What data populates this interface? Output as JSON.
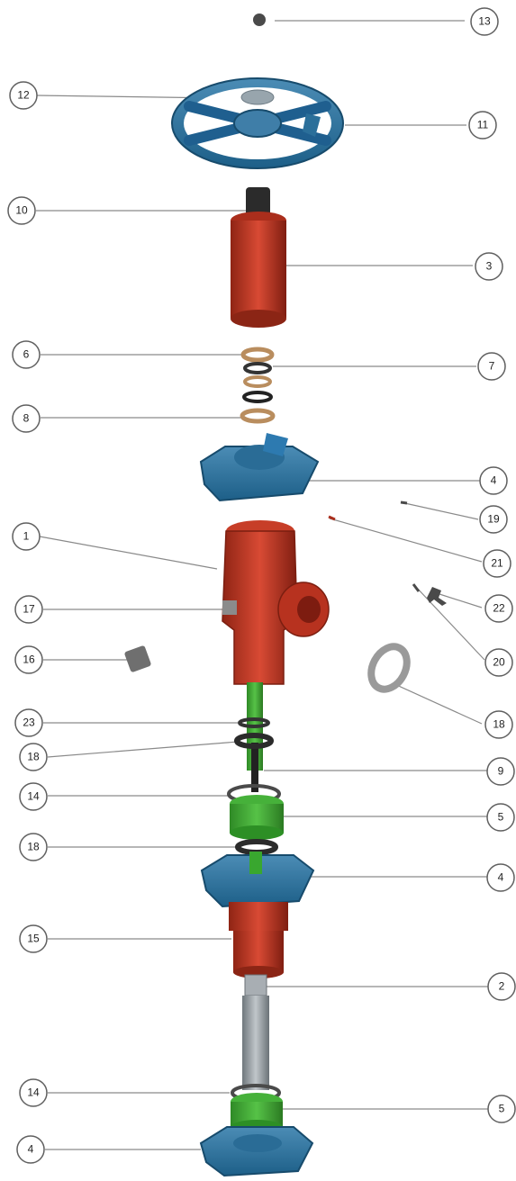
{
  "colors": {
    "handwheel": "#2b6f9a",
    "flange_blue": "#1f5f8f",
    "body_red": "#b7321f",
    "stem_green": "#37a12c",
    "bronze": "#b98d5e",
    "steel": "#9aa2a8",
    "dark": "#333333",
    "callout_stroke": "#5f5f5f",
    "leader": "#8a8a8a"
  },
  "callouts": [
    {
      "id": "13-top",
      "text": "13",
      "icon": "ball-icon"
    },
    {
      "id": "12-left",
      "text": "12",
      "icon": "handwheel-icon"
    },
    {
      "id": "11-right",
      "text": "11",
      "icon": "handwheel-icon"
    },
    {
      "id": "10-left",
      "text": "10",
      "icon": "nut-icon"
    },
    {
      "id": "3-right",
      "text": "3",
      "icon": "bonnet-icon"
    },
    {
      "id": "6-left",
      "text": "6",
      "icon": "ring-icon"
    },
    {
      "id": "7-right",
      "text": "7",
      "icon": "ring-icon"
    },
    {
      "id": "8-left",
      "text": "8",
      "icon": "ring-icon"
    },
    {
      "id": "4-right-a",
      "text": "4",
      "icon": "flange-icon"
    },
    {
      "id": "19-right",
      "text": "19",
      "icon": "pin-icon"
    },
    {
      "id": "1-left",
      "text": "1",
      "icon": "body-icon"
    },
    {
      "id": "21-right",
      "text": "21",
      "icon": "pin-icon"
    },
    {
      "id": "22-right",
      "text": "22",
      "icon": "fitting-icon"
    },
    {
      "id": "17-left",
      "text": "17",
      "icon": "plug-icon"
    },
    {
      "id": "20-right",
      "text": "20",
      "icon": "pin-icon"
    },
    {
      "id": "16-left",
      "text": "16",
      "icon": "nipple-icon"
    },
    {
      "id": "18-right",
      "text": "18",
      "icon": "ring-icon"
    },
    {
      "id": "23-left",
      "text": "23",
      "icon": "ring-icon"
    },
    {
      "id": "18-left-a",
      "text": "18",
      "icon": "ring-icon"
    },
    {
      "id": "9-right",
      "text": "9",
      "icon": "stem-icon"
    },
    {
      "id": "14-left-a",
      "text": "14",
      "icon": "ring-icon"
    },
    {
      "id": "5-right-a",
      "text": "5",
      "icon": "bushing-icon"
    },
    {
      "id": "18-left-b",
      "text": "18",
      "icon": "ring-icon"
    },
    {
      "id": "4-right-b",
      "text": "4",
      "icon": "flange-icon"
    },
    {
      "id": "15-left",
      "text": "15",
      "icon": "body-icon"
    },
    {
      "id": "2-right",
      "text": "2",
      "icon": "stem-icon"
    },
    {
      "id": "14-left-b",
      "text": "14",
      "icon": "ring-icon"
    },
    {
      "id": "5-right-b",
      "text": "5",
      "icon": "bushing-icon"
    },
    {
      "id": "4-left",
      "text": "4",
      "icon": "flange-icon"
    }
  ]
}
